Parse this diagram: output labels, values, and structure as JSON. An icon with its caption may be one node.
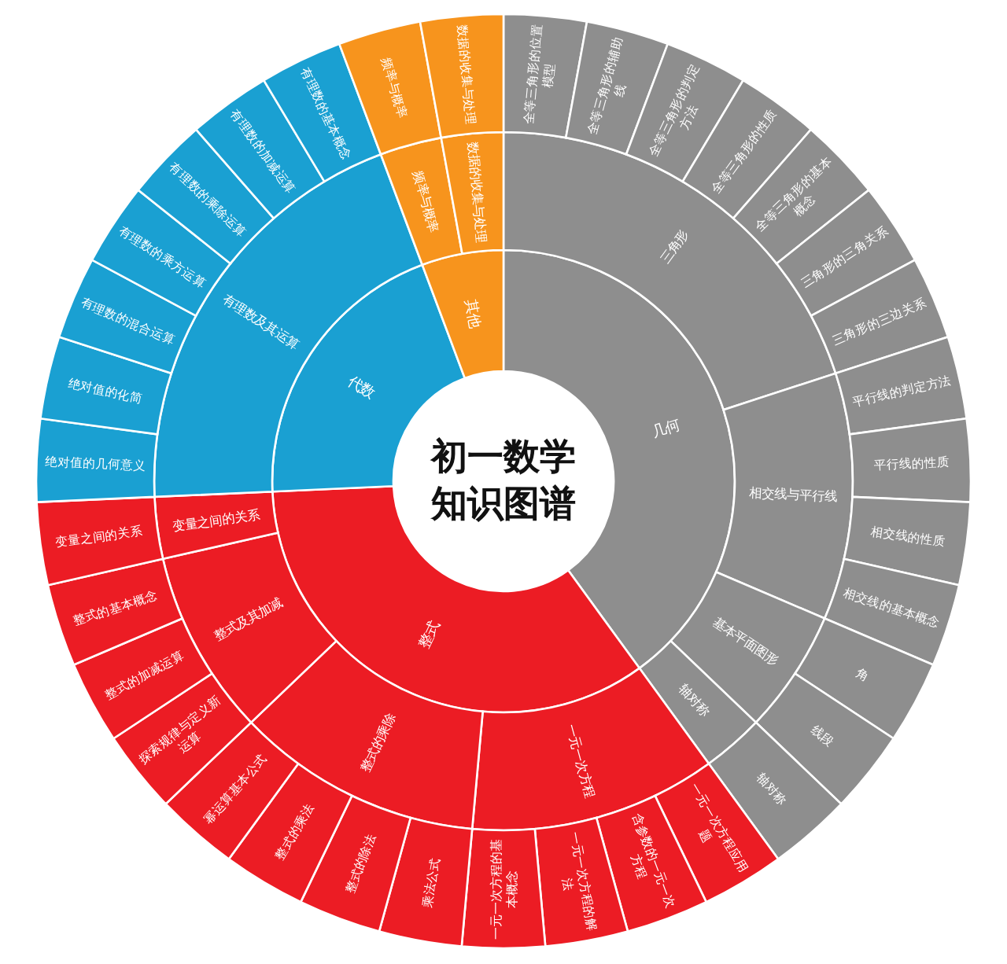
{
  "diagram": {
    "nodes": [
      {
        "text": [
          "初一数学知识图谱"
        ]
      },
      {
        "text": [
          "几何"
        ]
      },
      {
        "text": [
          "三角形"
        ]
      },
      {
        "text": [
          "全等三角形的位置模型"
        ]
      },
      {
        "text": [
          "全等三角形的辅助线"
        ]
      },
      {
        "text": [
          "全等三角形的判定方法"
        ]
      },
      {
        "text": [
          "全等三角形的性质"
        ]
      },
      {
        "text": [
          "全等三角形的基本概念"
        ]
      },
      {
        "text": [
          "三角形的三角关系"
        ]
      },
      {
        "text": [
          "三角形的三边关系"
        ]
      },
      {
        "text": [
          "相交线与平行线"
        ]
      },
      {
        "text": [
          "平行线的判定方法"
        ]
      },
      {
        "text": [
          "平行线的性质"
        ]
      },
      {
        "text": [
          "相交线的性质"
        ]
      },
      {
        "text": [
          "相交线的基本概念"
        ]
      },
      {
        "text": [
          "基本平面图形"
        ]
      },
      {
        "text": [
          "角"
        ]
      },
      {
        "text": [
          "线段"
        ]
      },
      {
        "text": [
          "轴对称"
        ]
      },
      {
        "text": [
          "轴对称"
        ]
      },
      {
        "text": [
          "整式"
        ]
      },
      {
        "text": [
          "一元一次方程"
        ]
      },
      {
        "text": [
          "一元一次方程应用题"
        ]
      },
      {
        "text": [
          "含参数的一元一次方程"
        ]
      },
      {
        "text": [
          "一元一次方程的解法"
        ]
      },
      {
        "text": [
          "一元一次方程的基本概念"
        ]
      },
      {
        "text": [
          "整式的乘除"
        ]
      },
      {
        "text": [
          "乘法公式"
        ]
      },
      {
        "text": [
          "整式的除法"
        ]
      },
      {
        "text": [
          "整式的乘法"
        ]
      },
      {
        "text": [
          "幂运算基本公式"
        ]
      },
      {
        "text": [
          "整式及其加减"
        ]
      },
      {
        "text": [
          "探索规律与定义新运算"
        ]
      },
      {
        "text": [
          "整式的加减运算"
        ]
      },
      {
        "text": [
          "整式的基本概念"
        ]
      },
      {
        "text": [
          "变量之间的关系"
        ]
      },
      {
        "text": [
          "变量之间的关系"
        ]
      },
      {
        "text": [
          "代数"
        ]
      },
      {
        "text": [
          "有理数及其运算"
        ]
      },
      {
        "text": [
          "绝对值的几何意义"
        ]
      },
      {
        "text": [
          "绝对值的化简"
        ]
      },
      {
        "text": [
          "有理数的混合运算"
        ]
      },
      {
        "text": [
          "有理数的乘方运算"
        ]
      },
      {
        "text": [
          "有理数的乘除运算"
        ]
      },
      {
        "text": [
          "有理数的加减运算"
        ]
      },
      {
        "text": [
          "有理数的基本概念"
        ]
      },
      {
        "text": [
          "其他"
        ]
      },
      {
        "text": [
          "频率与概率"
        ]
      },
      {
        "text": [
          "频率与概率"
        ]
      },
      {
        "text": [
          "数据的收集与处理"
        ]
      },
      {
        "text": [
          "数据的收集与处理"
        ]
      }
    ]
  }
}
